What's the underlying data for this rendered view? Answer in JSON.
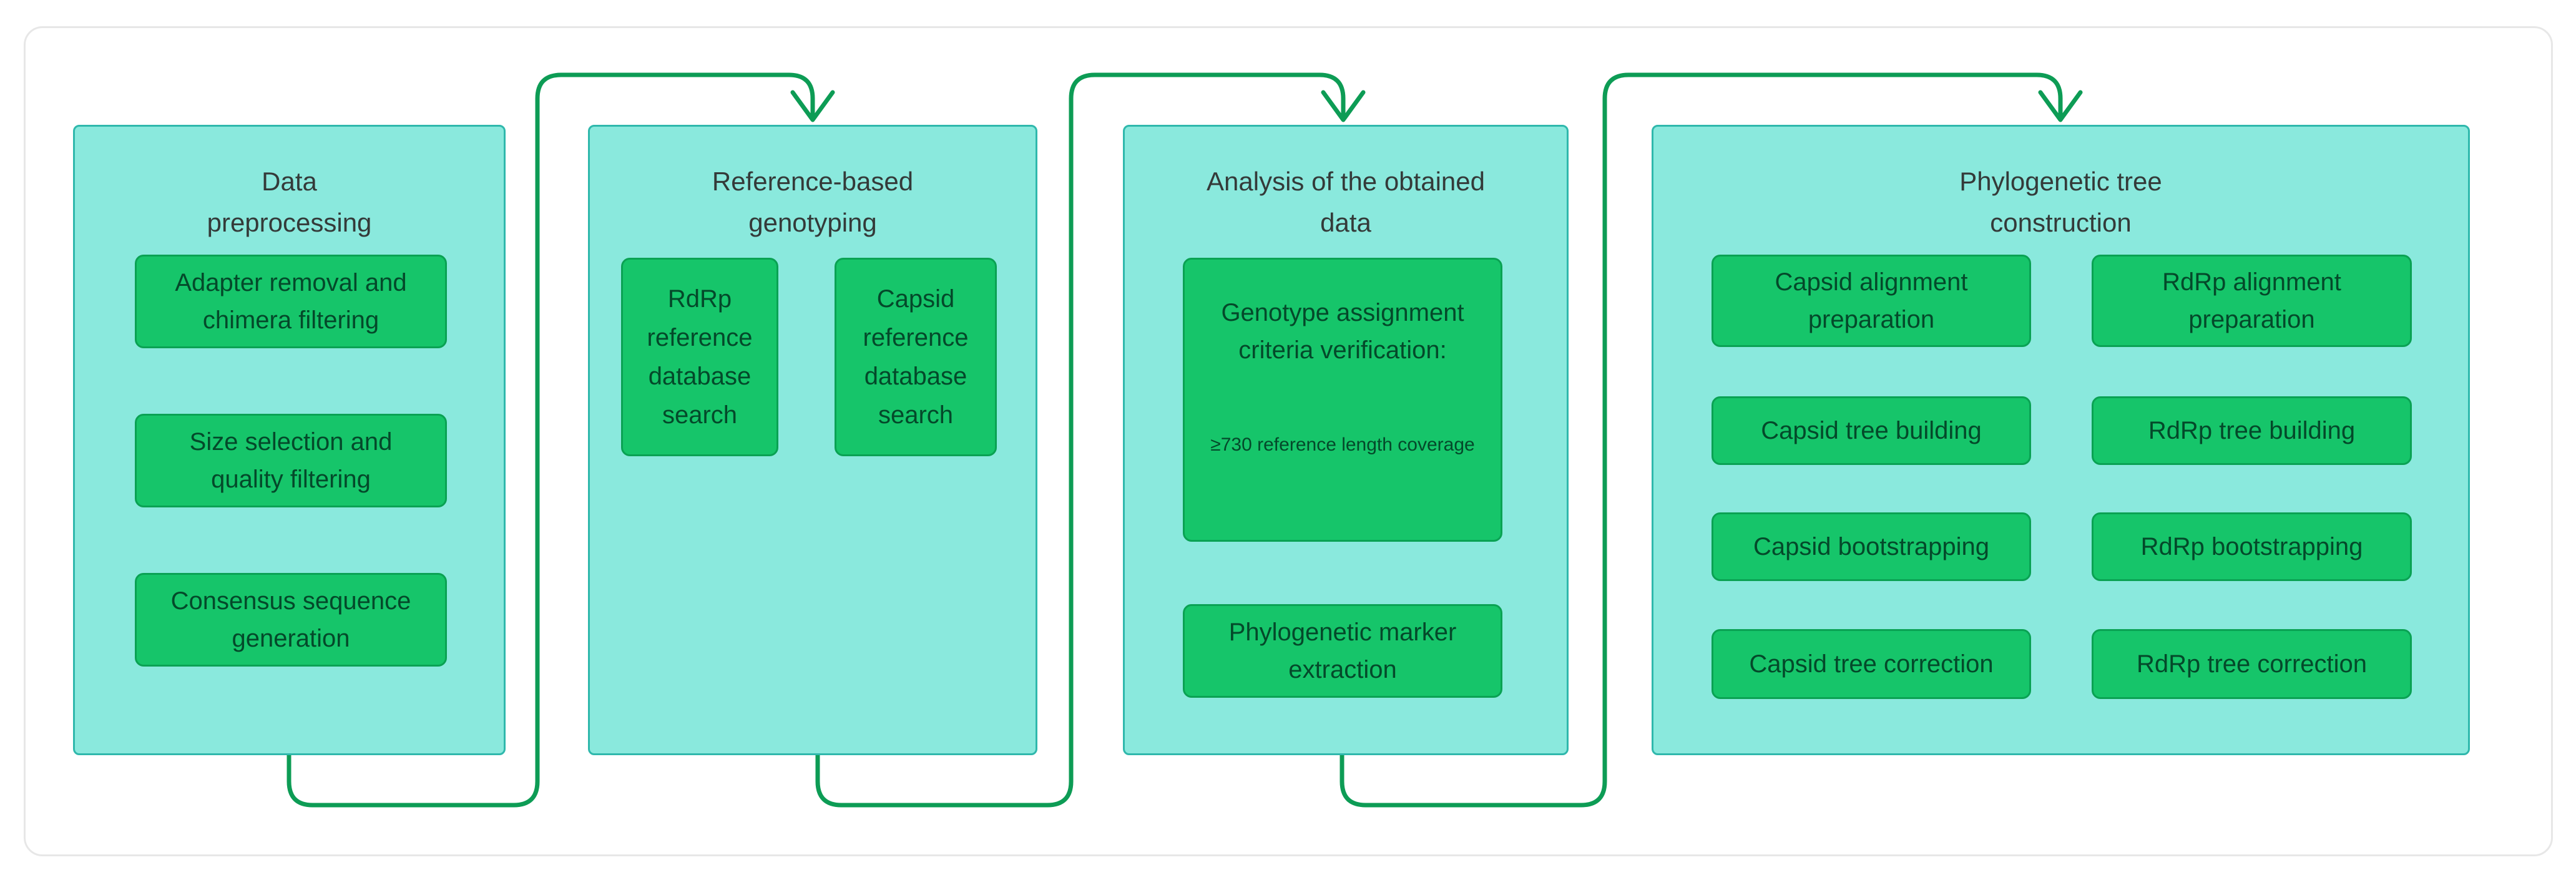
{
  "colors": {
    "background": "#FFFFFF",
    "frame_border": "#E7E7E7",
    "panel_fill": "#8AE9DD",
    "panel_border": "#2FB8AC",
    "box_fill": "#16C56A",
    "box_border": "#0AA253",
    "box_text": "#04492A",
    "title_text": "#343A39",
    "connector_green": "#0D9C55"
  },
  "panels": [
    {
      "title": "Data\npreprocessing",
      "boxes": [
        {
          "label": "Adapter removal and\nchimera filtering"
        },
        {
          "label": "Size selection and\nquality filtering"
        },
        {
          "label": "Consensus sequence\ngeneration"
        }
      ]
    },
    {
      "title": "Reference-based\ngenotyping",
      "boxes": [
        {
          "label": "RdRp\nreference\ndatabase\nsearch"
        },
        {
          "label": "Capsid\nreference\ndatabase\nsearch"
        }
      ]
    },
    {
      "title": "Analysis of the obtained\ndata",
      "boxes": [
        {
          "label": "Genotype assignment\ncriteria verification:",
          "note": "≥730 reference length coverage"
        },
        {
          "label": "Phylogenetic marker\nextraction"
        }
      ]
    },
    {
      "title": "Phylogenetic tree\nconstruction",
      "columns": [
        {
          "boxes": [
            {
              "label": "Capsid alignment\npreparation"
            },
            {
              "label": "Capsid tree building"
            },
            {
              "label": "Capsid bootstrapping"
            },
            {
              "label": "Capsid tree correction"
            }
          ]
        },
        {
          "boxes": [
            {
              "label": "RdRp alignment\npreparation"
            },
            {
              "label": "RdRp tree building"
            },
            {
              "label": "RdRp bootstrapping"
            },
            {
              "label": "RdRp tree correction"
            }
          ]
        }
      ]
    }
  ]
}
